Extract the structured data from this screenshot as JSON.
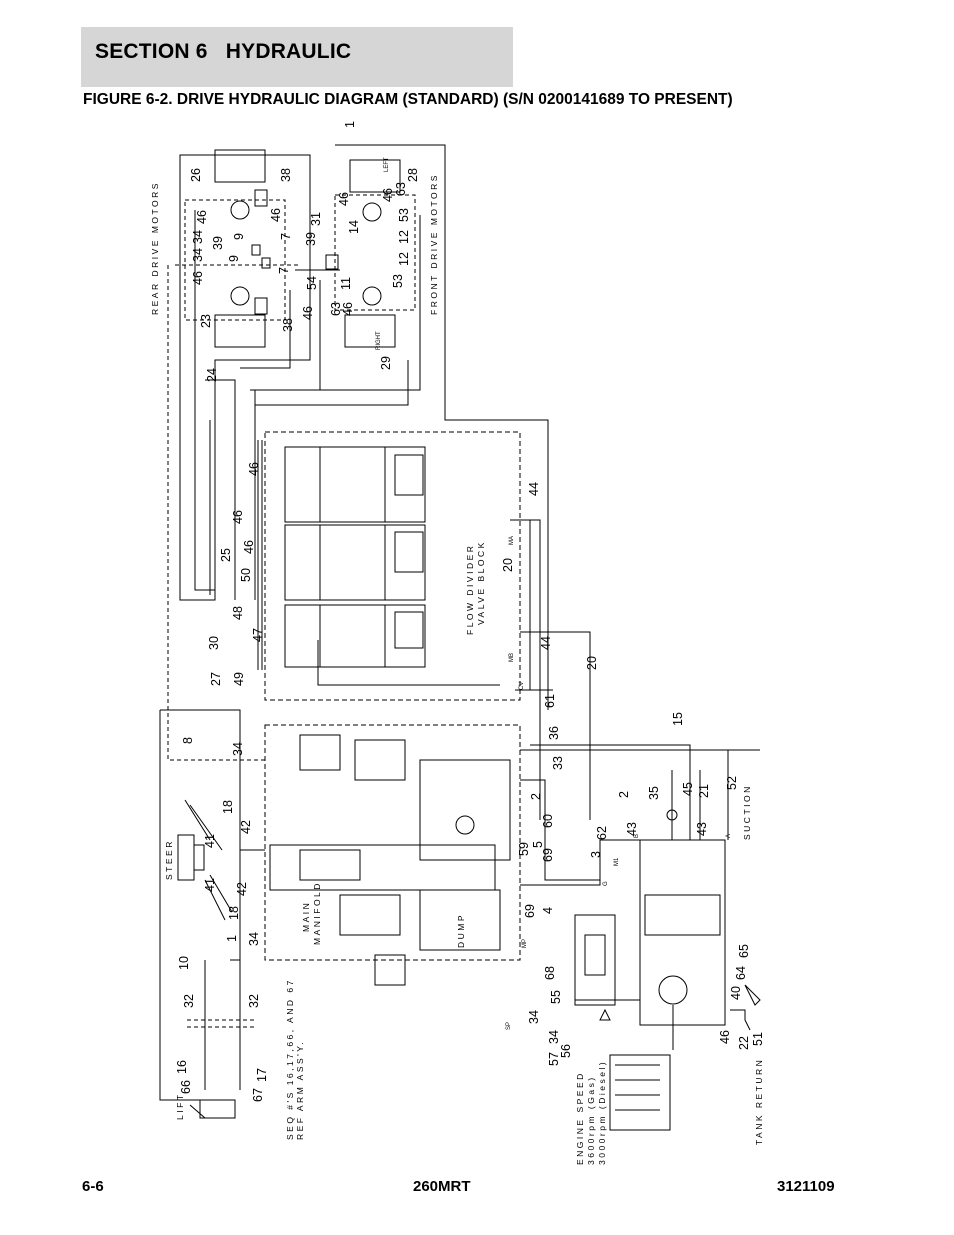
{
  "header": {
    "section": "SECTION 6   HYDRAULIC",
    "figure_title": "FIGURE 6-2. DRIVE HYDRAULIC DIAGRAM (STANDARD) (S/N 0200141689 TO PRESENT)"
  },
  "footer": {
    "page": "6-6",
    "model": "260MRT",
    "doc_number": "3121109"
  },
  "diagram": {
    "labels": {
      "rear_drive_motors": "REAR DRIVE MOTORS",
      "front_drive_motors": "FRONT DRIVE MOTORS",
      "flow_divider_1": "FLOW DIVIDER",
      "flow_divider_2": "VALVE BLOCK",
      "steer": "STEER",
      "main_manifold_1": "MAIN",
      "main_manifold_2": "MANIFOLD",
      "lift": "LIFT",
      "seq_note_1": "SEQ #'S 16,17,66, AND 67",
      "seq_note_2": "REF ARM ASS'Y.",
      "suction": "SUCTION",
      "tank_return": "TANK RETURN",
      "engine_1": "ENGINE SPEED",
      "engine_2": "3600rpm (Gas)",
      "engine_3": "3000rpm (Diesel)",
      "left": "LEFT",
      "right": "RIGHT",
      "dump": "DUMP",
      "port_mp": "MP",
      "port_sp": "SP",
      "port_ma": "MA",
      "port_mb": "MB",
      "port_cv": "CV",
      "port_a": "A",
      "port_b": "B",
      "port_g": "G",
      "port_m1": "M1"
    },
    "callouts": {
      "c1_top": "1",
      "c26": "26",
      "c38a": "38",
      "c46a": "46",
      "c34a": "34",
      "c39a": "39",
      "c9a": "9",
      "c7a": "7",
      "c9b": "9",
      "c7b": "7",
      "c34b": "34",
      "c46b": "46",
      "c23": "23",
      "c38b": "38",
      "c46c": "46",
      "c31": "31",
      "c39b": "39",
      "c54": "54",
      "c14": "14",
      "c46d": "46",
      "c28": "28",
      "c63a": "63",
      "c46e": "46",
      "c53a": "53",
      "c12a": "12",
      "c12b": "12",
      "c11": "11",
      "c53b": "53",
      "c63b": "63",
      "c46f": "46",
      "c46g": "46",
      "c29": "29",
      "c24": "24",
      "c46h": "46",
      "c46i": "46",
      "c46j": "46",
      "c25": "25",
      "c50": "50",
      "c48": "48",
      "c30": "30",
      "c47": "47",
      "c27": "27",
      "c49": "49",
      "c44a": "44",
      "c20a": "20",
      "c44b": "44",
      "c20b": "20",
      "c61": "61",
      "c8": "8",
      "c34c": "34",
      "c36": "36",
      "c15": "15",
      "c33": "33",
      "c2a": "2",
      "c2b": "2",
      "c35": "35",
      "c45": "45",
      "c21": "21",
      "c52": "52",
      "c18a": "18",
      "c42a": "42",
      "c41a": "41",
      "c41b": "41",
      "c42b": "42",
      "c18b": "18",
      "c60": "60",
      "c59": "59",
      "c5": "5",
      "c69a": "69",
      "c3": "3",
      "c62": "62",
      "c43a": "43",
      "c43b": "43",
      "c69b": "69",
      "c4": "4",
      "c1_mid": "1",
      "c34d": "34",
      "c10": "10",
      "c68": "68",
      "c65": "65",
      "c64": "64",
      "c40": "40",
      "c32a": "32",
      "c32b": "32",
      "c55": "55",
      "c34e": "34",
      "c56": "56",
      "c57": "57",
      "c46k": "46",
      "c22": "22",
      "c51": "51",
      "c16": "16",
      "c66": "66",
      "c17": "17",
      "c67": "67"
    }
  }
}
